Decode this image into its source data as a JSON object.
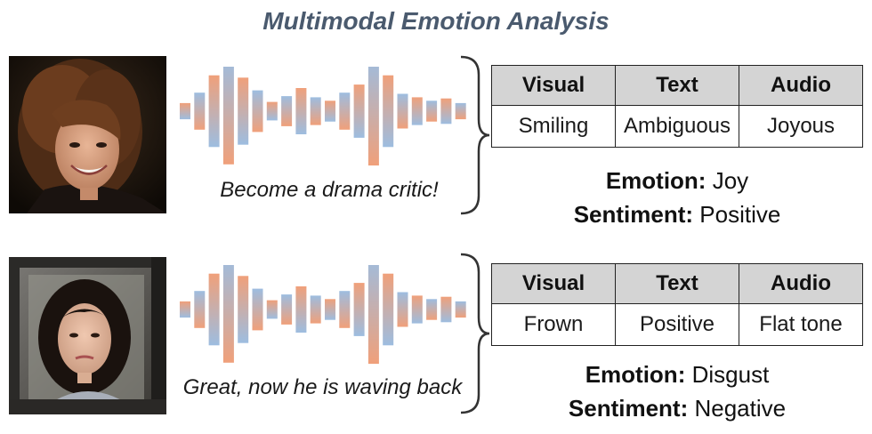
{
  "title": "Multimodal Emotion Analysis",
  "examples": [
    {
      "caption": "Become a drama critic!",
      "table": {
        "headers": [
          "Visual",
          "Text",
          "Audio"
        ],
        "values": [
          "Smiling",
          "Ambiguous",
          "Joyous"
        ]
      },
      "emotion_label": "Emotion:",
      "emotion_value": "Joy",
      "sentiment_label": "Sentiment:",
      "sentiment_value": "Positive"
    },
    {
      "caption": "Great, now he is waving back",
      "table": {
        "headers": [
          "Visual",
          "Text",
          "Audio"
        ],
        "values": [
          "Frown",
          "Positive",
          "Flat tone"
        ]
      },
      "emotion_label": "Emotion:",
      "emotion_value": "Disgust",
      "sentiment_label": "Sentiment:",
      "sentiment_value": "Negative"
    }
  ],
  "colors": {
    "title": "#4a5a6e",
    "wave_blue": "#9dbde0",
    "wave_orange": "#f0a07a",
    "header_bg": "#d4d4d4"
  }
}
